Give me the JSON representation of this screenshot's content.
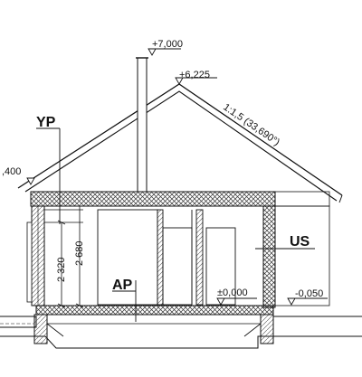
{
  "elevations": {
    "chimney_top": "+7,000",
    "ridge": "+6,225",
    "eave_left": ",400",
    "floor": "±0,000",
    "ground": "-0,050"
  },
  "roof_slope": "1:1,5 (33,690°)",
  "labels": {
    "yp": "YP",
    "us": "US",
    "ap": "AP"
  },
  "dimensions": {
    "window_height": "2 320",
    "ceiling_height": "2 680"
  },
  "colors": {
    "line": "#111111",
    "hatch": "#555555"
  }
}
